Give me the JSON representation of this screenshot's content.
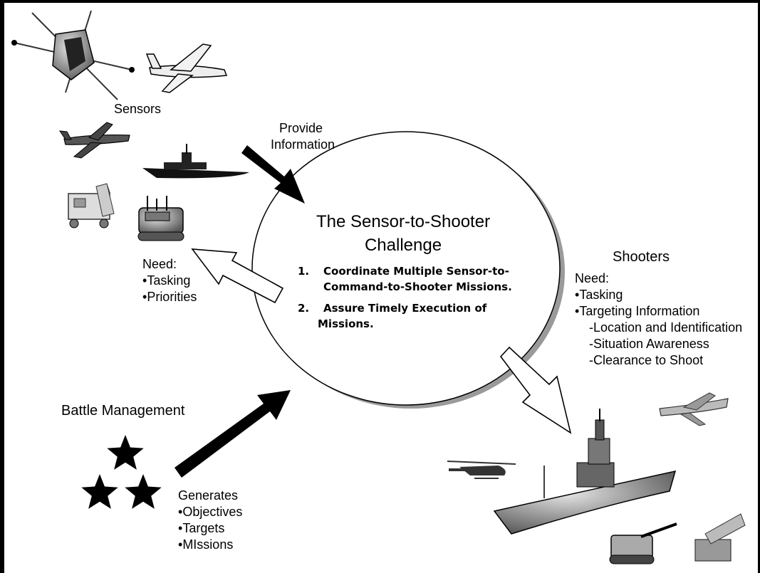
{
  "sensors": {
    "label": "Sensors",
    "assets": [
      "satellite-icon",
      "bomber-aircraft-icon",
      "patrol-aircraft-icon",
      "ship-icon",
      "radar-trailer-icon",
      "tracked-sensor-vehicle-icon"
    ]
  },
  "provide_information": {
    "line1": "Provide",
    "line2": "Information"
  },
  "challenge": {
    "title_line1": "The Sensor-to-Shooter",
    "title_line2": "Challenge",
    "items": [
      {
        "num": "1.",
        "text_line1": "Coordinate Multiple Sensor-to-",
        "text_line2": "Command-to-Shooter Missions."
      },
      {
        "num": "2.",
        "text_line1": "Assure Timely Execution of",
        "text_line2": "Missions."
      }
    ]
  },
  "sensor_need": {
    "heading": "Need:",
    "items": [
      "Tasking",
      "Priorities"
    ]
  },
  "shooters": {
    "label": "Shooters",
    "need_heading": "Need:",
    "items": [
      "Tasking",
      "Targeting Information"
    ],
    "sub_items": [
      "-Location and Identification",
      "-Situation Awareness",
      "-Clearance to Shoot"
    ],
    "assets": [
      "fighter-jet-icon",
      "helicopter-icon",
      "battleship-icon",
      "artillery-icon",
      "rocket-launcher-icon"
    ]
  },
  "battle_management": {
    "label": "Battle Management",
    "generates_heading": "Generates",
    "items": [
      "Objectives",
      "Targets",
      "MIssions"
    ]
  },
  "colors": {
    "ink": "#000000",
    "ellipse_shadow": "#9a9a9a",
    "asset_gray": "#6a6a6a"
  }
}
